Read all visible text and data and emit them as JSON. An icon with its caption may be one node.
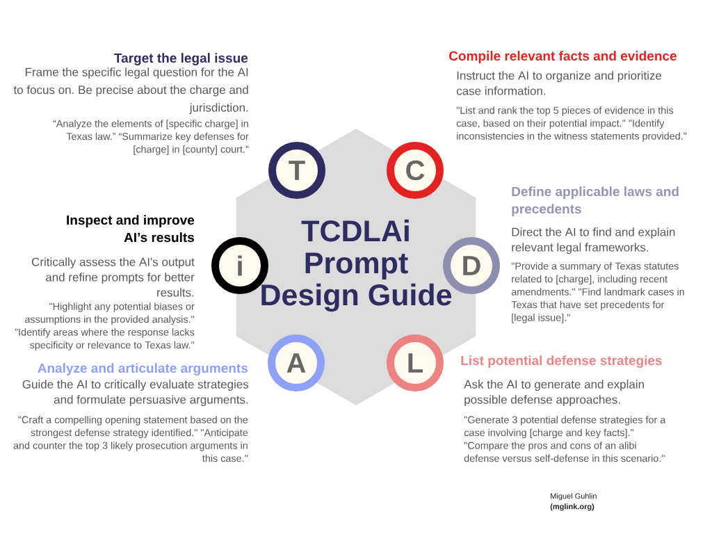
{
  "diagram": {
    "title": "TCDLAi Prompt Design Guide",
    "nodes": [
      {
        "text": [
          "T"
        ],
        "beside": [
          "Target the legal issue",
          "Frame the specific legal question for the AI to focus on. Be precise about the charge and jurisdiction.",
          "“Analyze the elements of [specific charge] in Texas law.” “Summarize key defenses for [charge] in [county] court.”"
        ]
      },
      {
        "text": [
          "C"
        ],
        "beside": [
          "Compile relevant facts and evidence",
          "Instruct the AI to organize and prioritize case information.",
          "\"List and rank the top 5 pieces of evidence in this case, based on their potential impact.\" \"Identify inconsistencies in the witness statements provided.\""
        ]
      },
      {
        "text": [
          "D"
        ],
        "beside": [
          "Define applicable laws and precedents",
          "Direct the AI to find and explain relevant legal frameworks.",
          "\"Provide a summary of Texas statutes related to [charge], including recent amendments.\" \"Find landmark cases in Texas that have set precedents for [legal issue].\""
        ]
      },
      {
        "text": [
          "L"
        ],
        "beside": [
          "List potential defense strategies",
          "Ask the AI to generate and explain possible defense approaches.",
          "\"Generate 3 potential defense strategies for a case involving [charge and key facts].\" \"Compare the pros and cons of an alibi defense versus self-defense in this scenario.\""
        ]
      },
      {
        "text": [
          "A"
        ],
        "beside": [
          "Analyze and articulate arguments",
          "Guide the AI to critically evaluate strategies and formulate persuasive arguments.",
          "\"Craft a compelling opening statement based on the strongest defense strategy identified.\" \"Anticipate and counter the top 3 likely prosecution arguments in this case.\""
        ]
      },
      {
        "text": [
          "i"
        ],
        "beside": [
          "Inspect and improve AI’s results",
          "Critically assess the AI's output and refine prompts for better results.",
          "\"Highlight any potential biases or assumptions in the provided analysis.\" \"Identify areas where the response lacks specificity or relevance to Texas law.\""
        ]
      }
    ],
    "labels": [
      "Miguel Guhlin",
      "(mglink.org)"
    ]
  }
}
